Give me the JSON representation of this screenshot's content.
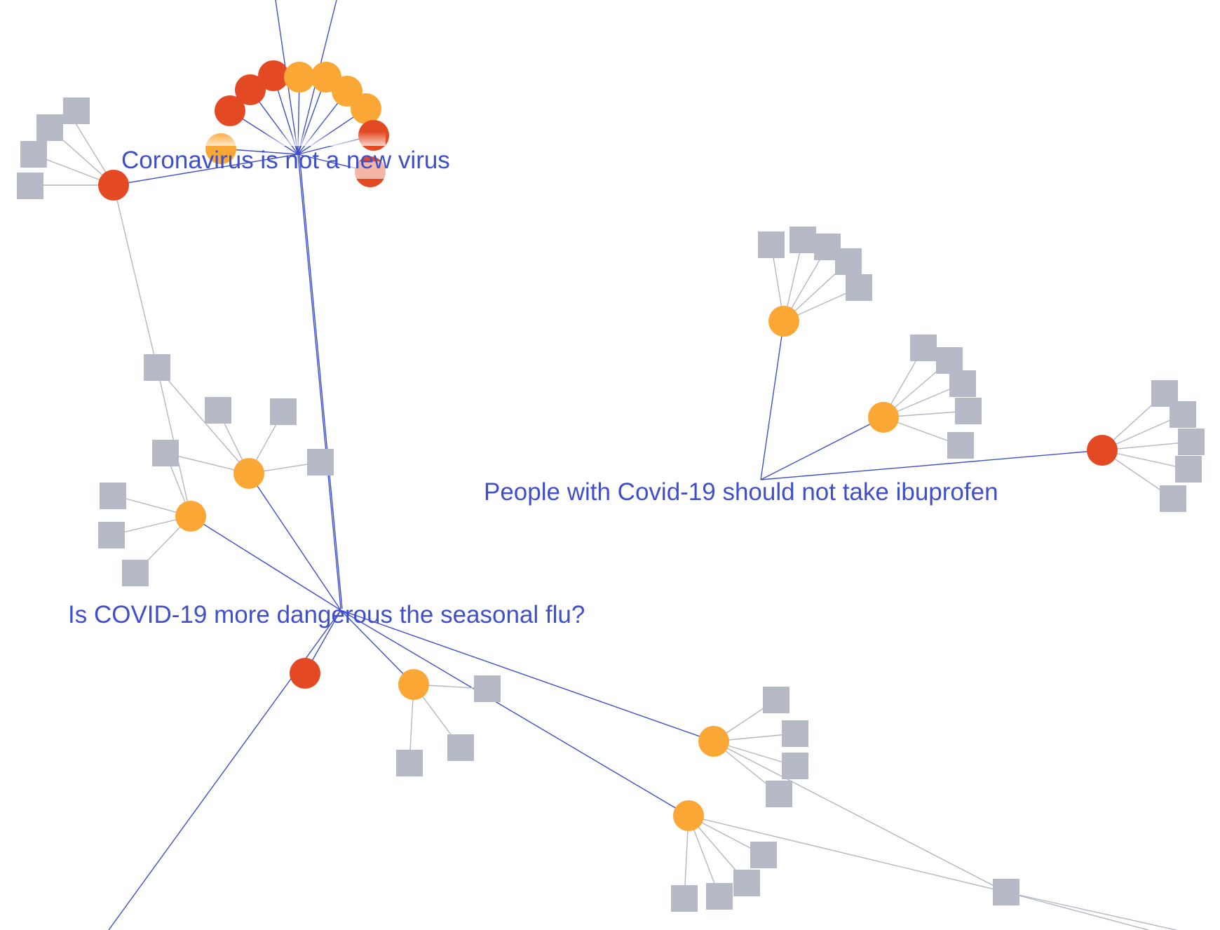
{
  "colors": {
    "background": "#ffffff",
    "claim_label": "#3f4fc9",
    "claim_edge": "#3f4fc9",
    "source_edge": "#b3b7c4",
    "node_red": "#e34a24",
    "node_orange": "#fba736",
    "source_square": "#b6bac6"
  },
  "icons": {
    "article_node": "filled-circle",
    "source_node": "filled-square"
  },
  "labels": {
    "claim_1": "Coronavirus is not a new virus",
    "claim_2": "People with Covid-19 should not take ibuprofen",
    "claim_3": "Is COVID-19 more dangerous the seasonal flu?"
  }
}
